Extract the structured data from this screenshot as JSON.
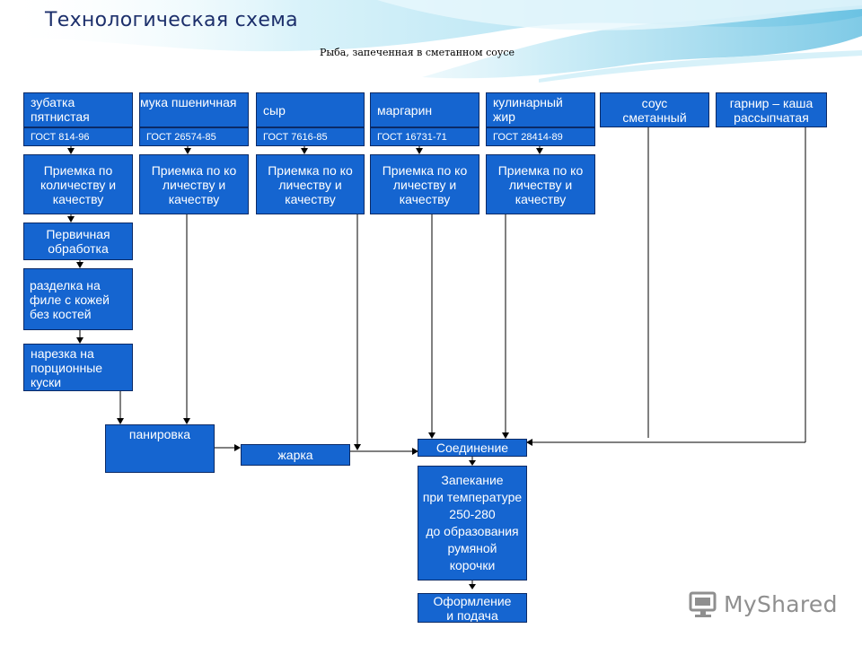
{
  "title": "Технологическая схема",
  "subtitle": "Рыба, запеченная в сметанном соусе",
  "ingredients": [
    {
      "name": "зубатка\nпятнистая",
      "gost": "ГОСТ  814-96"
    },
    {
      "name": "мука пшеничная",
      "gost": "ГОСТ  26574-85"
    },
    {
      "name": "сыр",
      "gost": "ГОСТ  7616-85"
    },
    {
      "name": "маргарин",
      "gost": "ГОСТ  16731-71"
    },
    {
      "name": "кулинарный\nжир",
      "gost": "ГОСТ  28414-89"
    },
    {
      "name": "соус\nсметанный"
    },
    {
      "name": "гарнир – каша\nрассыпчатая"
    }
  ],
  "reception": [
    "Приемка по\nколичеству и\nкачеству",
    "Приемка по ко\nличеству и\nкачеству",
    "Приемка по ко\nличеству и\nкачеству",
    "Приемка по ко\nличеству и\nкачеству",
    "Приемка по ко\nличеству и\nкачеству"
  ],
  "fish_steps": {
    "primary": "Первичная\nобработка",
    "filleting": "разделка на\n филе с кожей\n без костей",
    "cutting": "нарезка на\nпорционные\nкуски"
  },
  "process": {
    "breading": "панировка",
    "frying": "жарка",
    "combining": "Соединение",
    "baking": "Запекание\nпри температуре\n250-280\nдо образования\nрумяной\nкорочки",
    "serving": "Оформление\nи подача"
  },
  "colors": {
    "box_fill": "#1565d0",
    "box_border": "#0b2a66",
    "title": "#1c2f6b"
  },
  "watermark": {
    "text": "MyShared",
    "icon": "monitor-icon"
  }
}
